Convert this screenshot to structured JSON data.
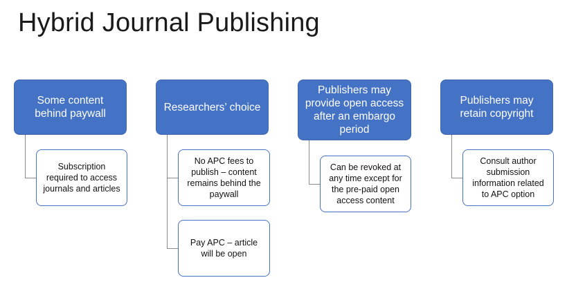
{
  "title": "Hybrid Journal Publishing",
  "columns": [
    {
      "heading": "Some content behind paywall",
      "items": [
        "Subscription required to access journals and articles"
      ]
    },
    {
      "heading": "Researchers’ choice",
      "items": [
        "No APC fees to publish – content remains behind the paywall",
        "Pay APC – article will be open"
      ]
    },
    {
      "heading": "Publishers may provide open access after an embargo period",
      "items": [
        "Can be revoked at any time except for the pre-paid open access content"
      ]
    },
    {
      "heading": "Publishers may retain copyright",
      "items": [
        "Consult author submission information related to APC option"
      ]
    }
  ],
  "colors": {
    "heading_fill": "#4472c4",
    "child_border": "#4472c4",
    "connector": "#8a8a8a"
  }
}
